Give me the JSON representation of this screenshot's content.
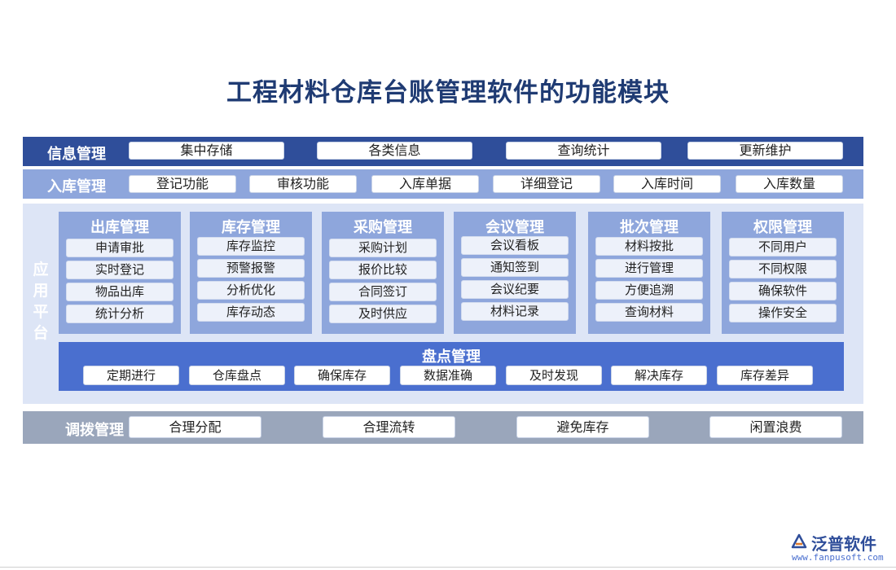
{
  "title": "工程材料仓库台账管理软件的功能模块",
  "info_mgmt": {
    "label": "信息管理",
    "items": [
      "集中存储",
      "各类信息",
      "查询统计",
      "更新维护"
    ]
  },
  "inbound_mgmt": {
    "label": "入库管理",
    "items": [
      "登记功能",
      "审核功能",
      "入库单据",
      "详细登记",
      "入库时间",
      "入库数量"
    ]
  },
  "app_platform": {
    "label": "应用平台",
    "modules": [
      {
        "title": "出库管理",
        "items": [
          "申请审批",
          "实时登记",
          "物品出库",
          "统计分析"
        ]
      },
      {
        "title": "库存管理",
        "items": [
          "库存监控",
          "预警报警",
          "分析优化",
          "库存动态"
        ]
      },
      {
        "title": "采购管理",
        "items": [
          "采购计划",
          "报价比较",
          "合同签订",
          "及时供应"
        ]
      },
      {
        "title": "会议管理",
        "items": [
          "会议看板",
          "通知签到",
          "会议纪要",
          "材料记录"
        ]
      },
      {
        "title": "批次管理",
        "items": [
          "材料按批",
          "进行管理",
          "方便追溯",
          "查询材料"
        ]
      },
      {
        "title": "权限管理",
        "items": [
          "不同用户",
          "不同权限",
          "确保软件",
          "操作安全"
        ]
      }
    ],
    "inventory_check": {
      "title": "盘点管理",
      "items": [
        "定期进行",
        "仓库盘点",
        "确保库存",
        "数据准确",
        "及时发现",
        "解决库存",
        "库存差异"
      ]
    }
  },
  "transfer_mgmt": {
    "label": "调拨管理",
    "items": [
      "合理分配",
      "合理流转",
      "避免库存",
      "闲置浪费"
    ]
  },
  "logo": {
    "name": "泛普软件",
    "url": "www.fanpusoft.com",
    "icon": "fanpu-logo-icon"
  },
  "colors": {
    "title": "#1f3b73",
    "info_band": "#2f4e9a",
    "inbound_band": "#8ea6dc",
    "platform_bg": "#dde5f6",
    "module_bg": "#8ea6dc",
    "inventory_bg": "#4a6fcf",
    "transfer_band": "#9aa6bb"
  }
}
